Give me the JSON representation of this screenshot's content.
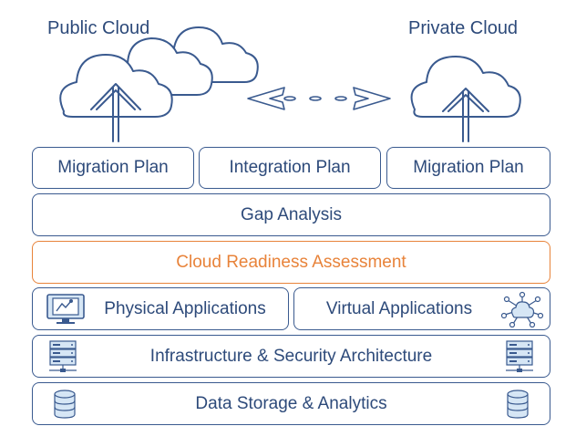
{
  "clouds": {
    "public_label": "Public Cloud",
    "private_label": "Private Cloud"
  },
  "plans": {
    "left": "Migration Plan",
    "center": "Integration Plan",
    "right": "Migration Plan"
  },
  "gap_analysis": "Gap Analysis",
  "readiness": "Cloud Readiness Assessment",
  "applications": {
    "physical": "Physical Applications",
    "virtual": "Virtual Applications"
  },
  "infrastructure": "Infrastructure & Security Architecture",
  "data_storage": "Data Storage & Analytics",
  "colors": {
    "primary": "#3a5a8f",
    "text": "#2d4a7a",
    "accent": "#e8833a",
    "icon_fill": "#d6e6f5"
  },
  "icons": [
    "public-cloud-icon",
    "private-cloud-icon",
    "bidirectional-arrow-icon",
    "physical-app-icon",
    "cloud-network-icon",
    "server-rack-icon",
    "database-icon"
  ]
}
